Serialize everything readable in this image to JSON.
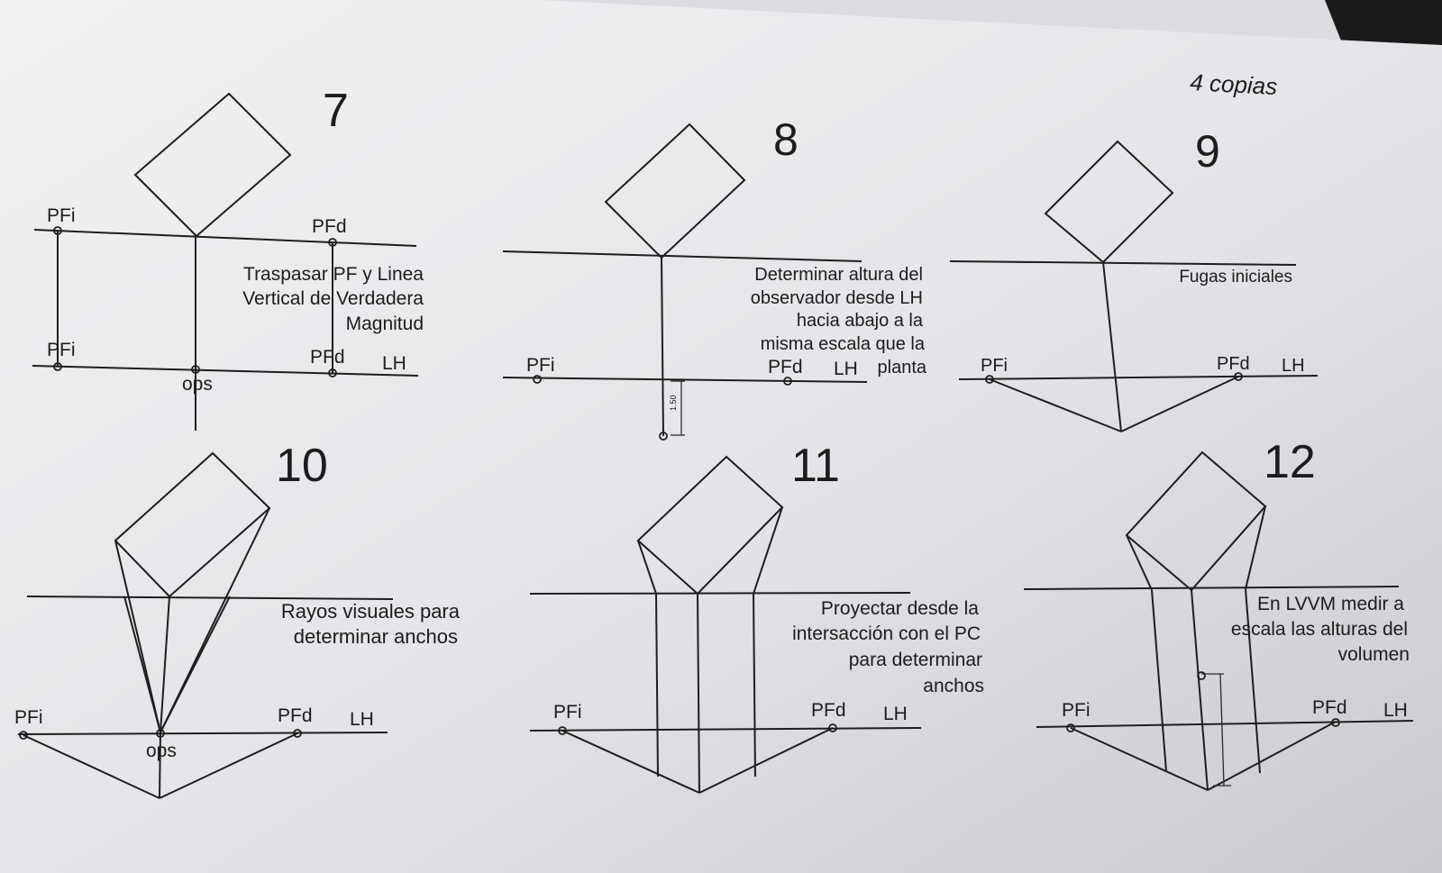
{
  "header": {
    "note": "4 copias"
  },
  "panels": [
    {
      "number": "7",
      "text": [
        "Traspasar PF y Linea",
        "Vertical de Verdadera",
        "Magnitud"
      ],
      "labels": {
        "pfi_top": "PFi",
        "pfd_top": "PFd",
        "pfi": "PFi",
        "pfd": "PFd",
        "lh": "LH",
        "ops": "ops"
      }
    },
    {
      "number": "8",
      "text": [
        "Determinar altura del",
        "observador desde LH",
        "hacia abajo a la",
        "misma escala que la",
        "planta"
      ],
      "labels": {
        "pfi": "PFi",
        "pfd": "PFd",
        "lh": "LH",
        "dimension": "1.50"
      }
    },
    {
      "number": "9",
      "text": [
        "Fugas iniciales"
      ],
      "labels": {
        "pfi": "PFi",
        "pfd": "PFd",
        "lh": "LH"
      }
    },
    {
      "number": "10",
      "text": [
        "Rayos visuales para",
        "determinar anchos"
      ],
      "labels": {
        "pfi": "PFi",
        "pfd": "PFd",
        "lh": "LH",
        "ops": "ops"
      }
    },
    {
      "number": "11",
      "text": [
        "Proyectar desde la",
        "intersacción con el PC",
        "para determinar",
        "anchos"
      ],
      "labels": {
        "pfi": "PFi",
        "pfd": "PFd",
        "lh": "LH"
      }
    },
    {
      "number": "12",
      "text": [
        "En LVVM medir a",
        "escala las alturas del",
        "volumen"
      ],
      "labels": {
        "pfi": "PFi",
        "pfd": "PFd",
        "lh": "LH"
      }
    }
  ]
}
